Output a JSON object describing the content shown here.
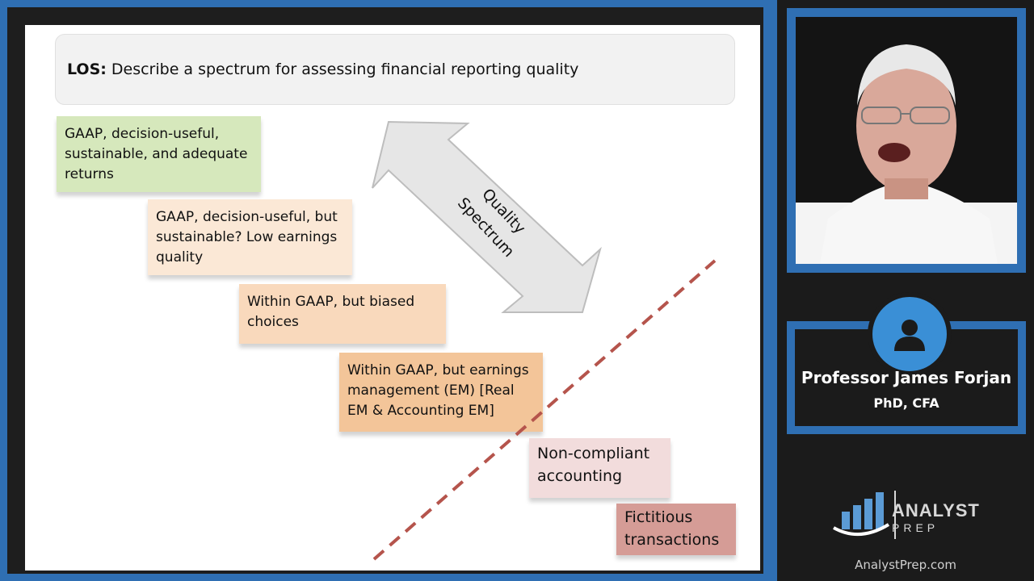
{
  "slide": {
    "los_label": "LOS:",
    "los_text": "Describe a spectrum for assessing financial reporting quality",
    "spectrum_label_line1": "Quality",
    "spectrum_label_line2": "Spectrum",
    "steps": [
      {
        "lines": [
          "GAAP, decision-useful,",
          "sustainable, and adequate",
          "returns"
        ],
        "color": "#d6e8bc"
      },
      {
        "lines": [
          "GAAP, decision-useful, but",
          "sustainable? Low earnings",
          "quality"
        ],
        "color": "#fbe8d6"
      },
      {
        "lines": [
          "Within GAAP, but biased",
          "choices"
        ],
        "color": "#f9d9bc"
      },
      {
        "lines": [
          "Within GAAP, but earnings",
          "management (EM) [Real",
          "EM & Accounting EM]"
        ],
        "color": "#f3c599"
      },
      {
        "lines": [
          "Non-compliant",
          "accounting"
        ],
        "color": "#f2dcdc"
      },
      {
        "lines": [
          "Fictitious",
          "transactions"
        ],
        "color": "#d59c96"
      }
    ]
  },
  "presenter": {
    "name": "Professor James Forjan",
    "credentials": "PhD, CFA"
  },
  "brand": {
    "logo_line1": "ANALYST",
    "logo_line2": "PREP",
    "site": "AnalystPrep.com",
    "accent": "#2f6fb3"
  },
  "icons": {
    "avatar": "person-icon",
    "logo": "bar-chart-icon"
  }
}
